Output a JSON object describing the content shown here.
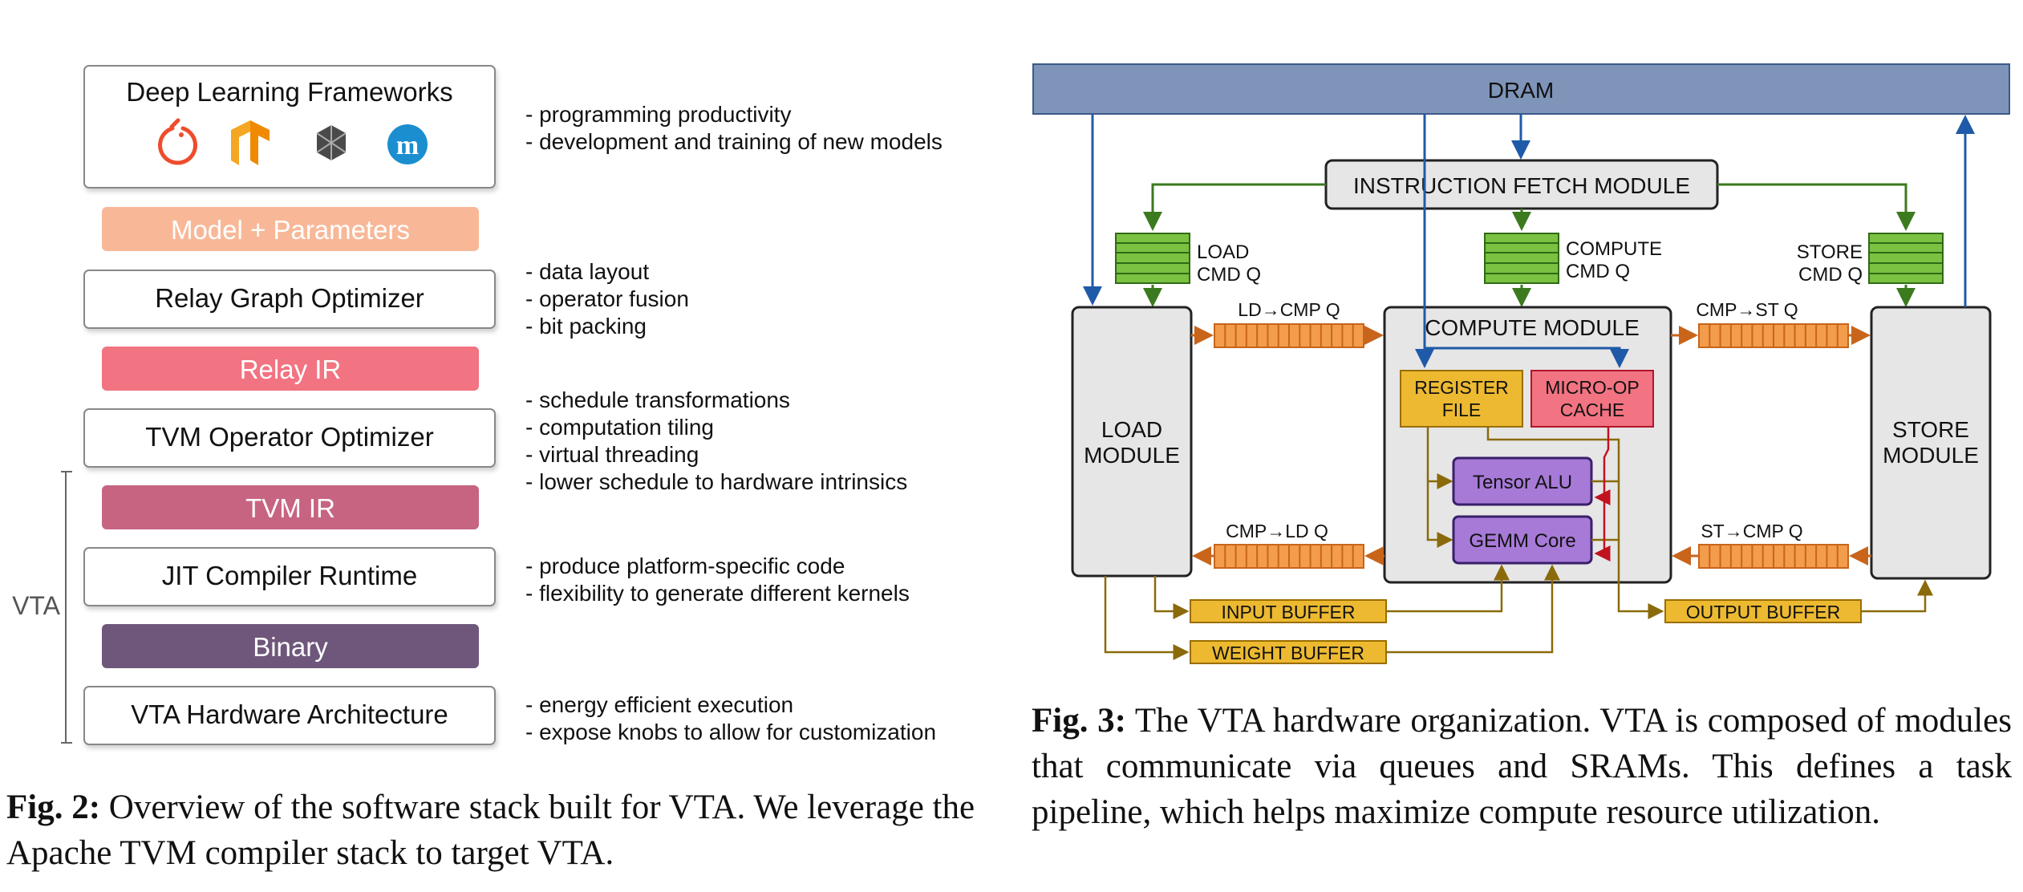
{
  "fig2": {
    "layers": [
      {
        "label": "Deep Learning Frameworks",
        "kind": "box"
      },
      {
        "label": "Model + Parameters",
        "kind": "bar",
        "color": "#f8b898"
      },
      {
        "label": "Relay Graph Optimizer",
        "kind": "box"
      },
      {
        "label": "Relay IR",
        "kind": "bar",
        "color": "#f27381"
      },
      {
        "label": "TVM Operator Optimizer",
        "kind": "box"
      },
      {
        "label": "TVM IR",
        "kind": "bar",
        "color": "#c76481"
      },
      {
        "label": "JIT Compiler Runtime",
        "kind": "box"
      },
      {
        "label": "Binary",
        "kind": "bar",
        "color": "#6f577b"
      },
      {
        "label": "VTA Hardware Architecture",
        "kind": "box"
      }
    ],
    "framework_icons": [
      "pytorch-icon",
      "tensorflow-icon",
      "onnx-icon",
      "mxnet-icon"
    ],
    "mxnet_letter": "m",
    "notes": [
      [
        "- programming productivity",
        "- development and training of new models"
      ],
      [
        "- data layout",
        "- operator fusion",
        "- bit packing"
      ],
      [
        "- schedule transformations",
        "- computation tiling",
        "- virtual threading",
        "- lower schedule to hardware intrinsics"
      ],
      [
        "- produce platform-specific code",
        "- flexibility to generate different kernels"
      ],
      [
        "- energy efficient execution",
        "- expose knobs to allow for customization"
      ]
    ],
    "vta_label": "VTA",
    "caption_label": "Fig. 2:",
    "caption_text": " Overview of the software stack built for VTA. We leverage the Apache TVM compiler stack to target VTA."
  },
  "fig3": {
    "dram": "DRAM",
    "fetch": "INSTRUCTION FETCH MODULE",
    "load_cmd_q": [
      "LOAD",
      "CMD Q"
    ],
    "compute_cmd_q": [
      "COMPUTE",
      "CMD Q"
    ],
    "store_cmd_q": [
      "STORE",
      "CMD Q"
    ],
    "load_module": [
      "LOAD",
      "MODULE"
    ],
    "compute_module": "COMPUTE MODULE",
    "store_module": [
      "STORE",
      "MODULE"
    ],
    "register_file": [
      "REGISTER",
      "FILE"
    ],
    "micro_op_cache": [
      "MICRO-OP",
      "CACHE"
    ],
    "tensor_alu": "Tensor ALU",
    "gemm_core": "GEMM Core",
    "ld_cmp_q": "LD→CMP Q",
    "cmp_st_q": "CMP→ST Q",
    "cmp_ld_q": "CMP→LD Q",
    "st_cmp_q": "ST→CMP Q",
    "input_buffer": "INPUT BUFFER",
    "weight_buffer": "WEIGHT BUFFER",
    "output_buffer": "OUTPUT BUFFER",
    "colors": {
      "dram": "#7e94b8",
      "module": "#e6e6e6",
      "cmd_q": "#7bc142",
      "queue": "#f29c4c",
      "buffer": "#ecb931",
      "micro_op": "#f27381",
      "alu": "#a77ad8",
      "blue_arrow": "#1f5aa8",
      "green_arrow": "#3b7a1e",
      "orange_arrow": "#c8651b",
      "brown_arrow": "#8a6a0a",
      "red_arrow": "#c1121f"
    },
    "caption_label": "Fig. 3:",
    "caption_text": " The VTA hardware organization. VTA is composed of modules that communicate via queues and SRAMs. This defines a task pipeline, which helps maximize compute resource utilization."
  }
}
